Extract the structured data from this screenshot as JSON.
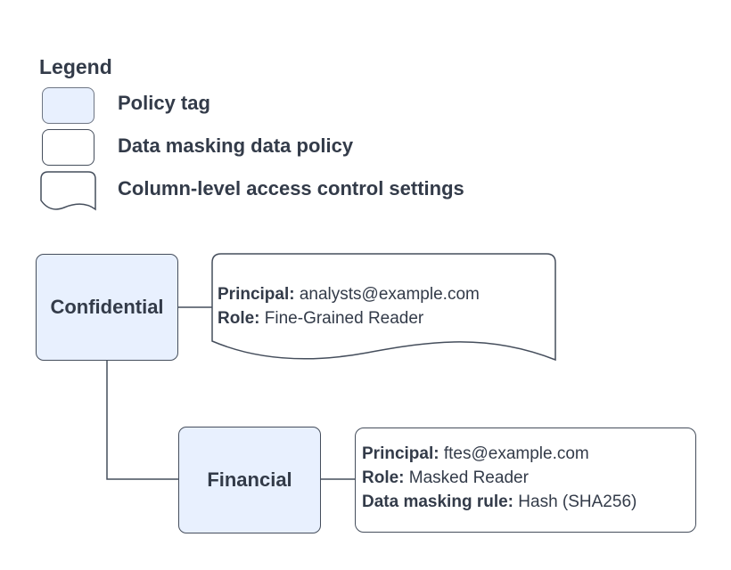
{
  "legend": {
    "title": "Legend",
    "items": [
      {
        "swatch": "policy-tag-swatch",
        "label": "Policy tag"
      },
      {
        "swatch": "data-masking-policy-swatch",
        "label": "Data masking data policy"
      },
      {
        "swatch": "column-access-document-swatch",
        "label": "Column-level access control settings"
      }
    ]
  },
  "diagram": {
    "nodes": [
      {
        "id": "confidential",
        "type": "policy-tag",
        "label": "Confidential"
      },
      {
        "id": "financial",
        "type": "policy-tag",
        "label": "Financial"
      }
    ],
    "confidential_settings": {
      "type": "column-level-access-control-settings",
      "lines": [
        {
          "label": "Principal:",
          "value": " analysts@example.com"
        },
        {
          "label": "Role:",
          "value": " Fine-Grained Reader"
        }
      ]
    },
    "financial_policy": {
      "type": "data-masking-data-policy",
      "lines": [
        {
          "label": "Principal:",
          "value": " ftes@example.com"
        },
        {
          "label": "Role:",
          "value": " Masked Reader"
        },
        {
          "label": "Data masking rule:",
          "value": " Hash (SHA256)"
        }
      ]
    }
  },
  "colors": {
    "policy_tag_fill": "#e8f0fe",
    "shape_stroke": "#454e5c",
    "text": "#333b49",
    "background": "#ffffff"
  }
}
